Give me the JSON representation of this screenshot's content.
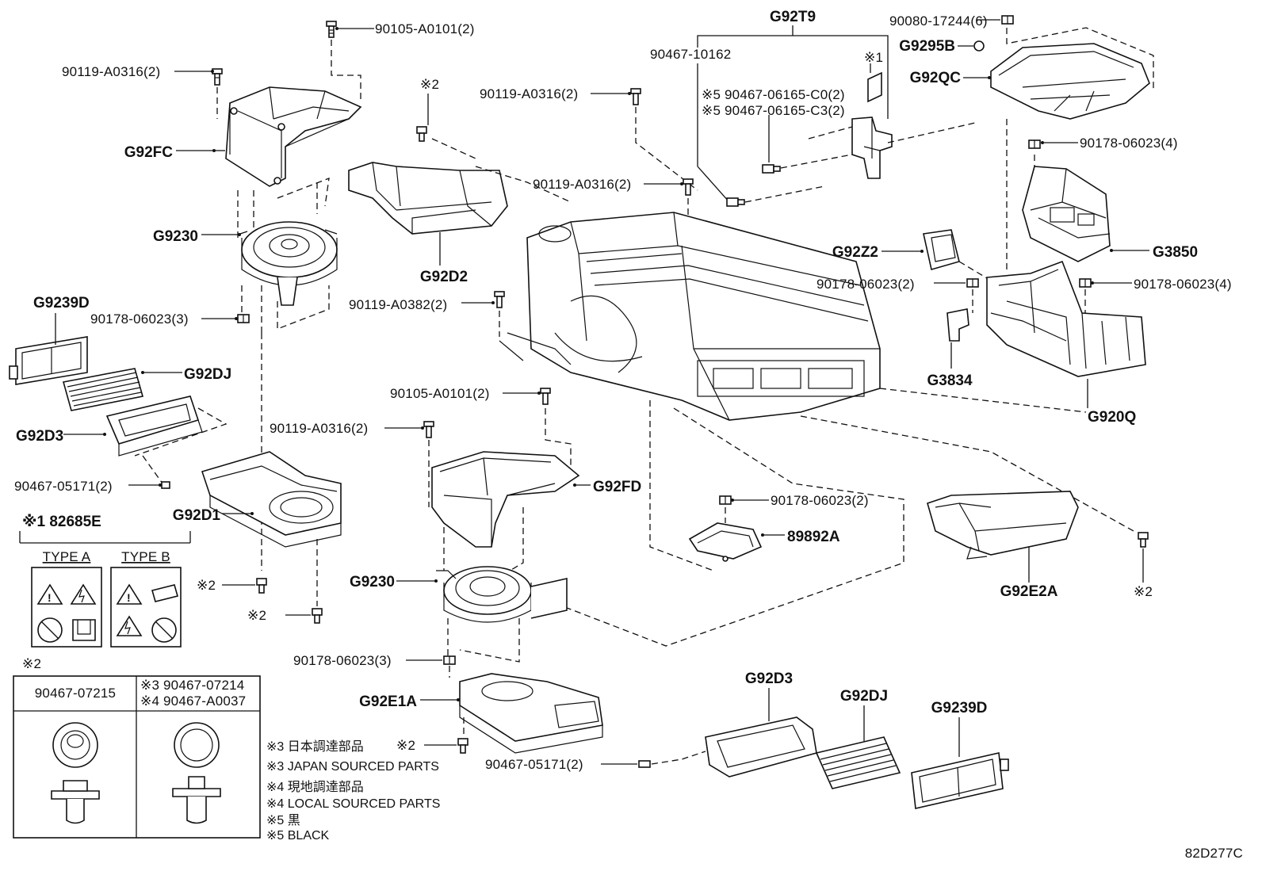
{
  "labels": {
    "g92t9": "G92T9",
    "c90080": "90080-17244(6)",
    "g9295b": "G9295B",
    "g92qc": "G92QC",
    "c90467_10162": "90467-10162",
    "note1_top": "※1",
    "c5a": "※5 90467-06165-C0(2)",
    "c5b": "※5 90467-06165-C3(2)",
    "c90105_top": "90105-A0101(2)",
    "c90119_a": "90119-A0316(2)",
    "g92fc": "G92FC",
    "note2_a": "※2",
    "c90119_b": "90119-A0316(2)",
    "c90119_c": "90119-A0316(2)",
    "c90178_r1": "90178-06023(4)",
    "g9230_a": "G9230",
    "g92d2": "G92D2",
    "g92z2": "G92Z2",
    "g3850": "G3850",
    "c90178_m": "90178-06023(2)",
    "c90178_r2": "90178-06023(4)",
    "g9239d_a": "G9239D",
    "c90119_382": "90119-A0382(2)",
    "c90178_3a": "90178-06023(3)",
    "g92dj_a": "G92DJ",
    "g3834": "G3834",
    "c90105_mid": "90105-A0101(2)",
    "g920q": "G920Q",
    "g92d3_a": "G92D3",
    "c90119_d": "90119-A0316(2)",
    "c90467_05171_a": "90467-05171(2)",
    "g92fd": "G92FD",
    "c90178_low": "90178-06023(2)",
    "note1_box": "※1 82685E",
    "g92d1": "G92D1",
    "c89892a": "89892A",
    "type_a": "TYPE A",
    "type_b": "TYPE B",
    "g9230_b": "G9230",
    "note2_b": "※2",
    "g92e2a": "G92E2A",
    "note2_c": "※2",
    "note2_d": "※2",
    "note2_box": "※2",
    "c90178_3b": "90178-06023(3)",
    "g92d3_b": "G92D3",
    "g92dj_b": "G92DJ",
    "c90467_07215": "90467-07215",
    "c3_07214": "※3 90467-07214",
    "c4_a0037": "※4 90467-A0037",
    "g92e1a": "G92E1A",
    "g9239d_b": "G9239D",
    "note2_e": "※2",
    "c90467_05171_b": "90467-05171(2)",
    "legend3_jp": "※3 日本調達部品",
    "legend3_en": "※3 JAPAN SOURCED PARTS",
    "legend4_jp": "※4 現地調達部品",
    "legend4_en": "※4 LOCAL SOURCED PARTS",
    "legend5_jp": "※5 黒",
    "legend5_en": "※5 BLACK",
    "diagram_code": "82D277C"
  }
}
